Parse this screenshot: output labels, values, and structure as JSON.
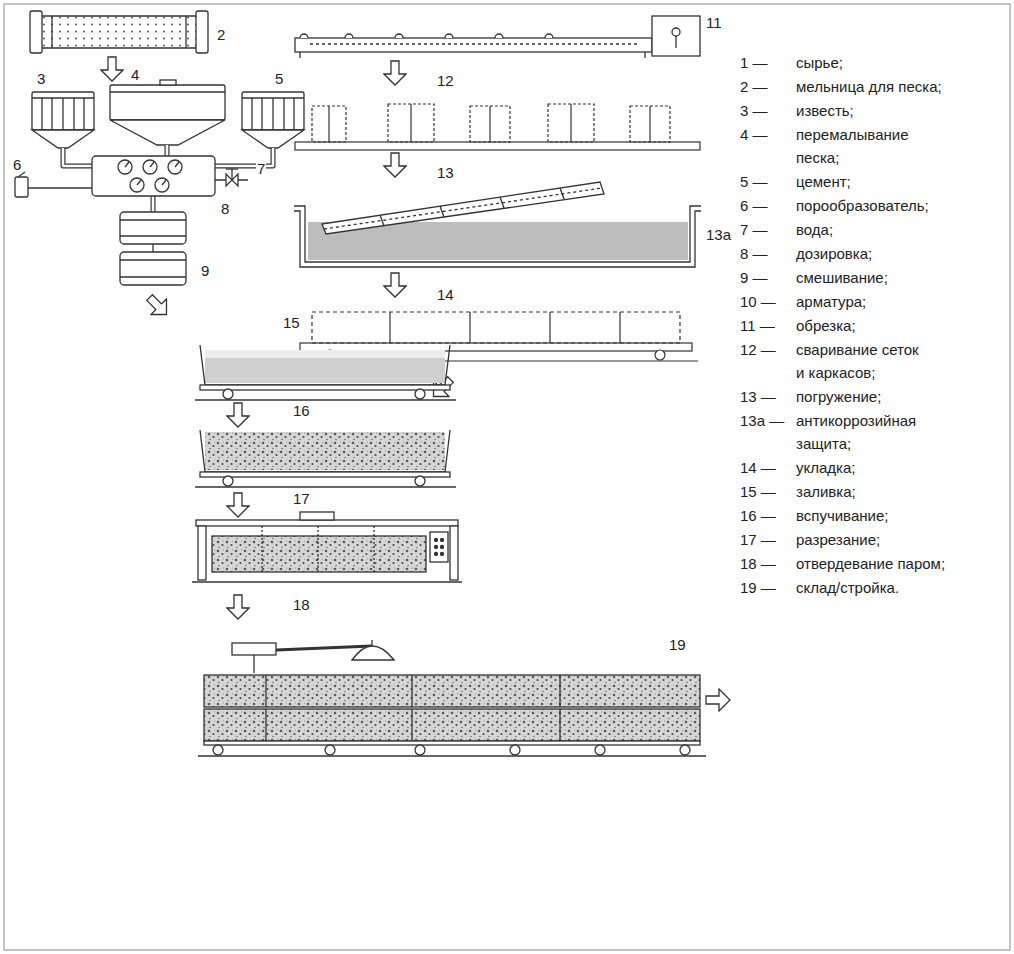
{
  "diagram": {
    "labels": [
      "2",
      "3",
      "4",
      "5",
      "6",
      "7",
      "8",
      "9",
      "11",
      "12",
      "13",
      "13а",
      "14",
      "15",
      "16",
      "17",
      "18",
      "19",
      "1 —",
      "сырье;",
      "2 —",
      "мельница для песка;",
      "3 —",
      "известь;",
      "4 —",
      "перемалывание песка;",
      "5 —",
      "цемент;",
      "6 —",
      "порообразователь;",
      "7 —",
      "вода;",
      "8 —",
      "дозировка;",
      "9 —",
      "смешивание;",
      "10 —",
      "арматура;",
      "11 —",
      "обрезка;",
      "12 —",
      "сваривание сеток и каркасов;",
      "13 —",
      "погружение;",
      "13а —",
      "антикоррозийная защита;",
      "14 —",
      "укладка;",
      "15 —",
      "заливка;",
      "16 —",
      "вспучивание;",
      "17 —",
      "разрезание;",
      "18 —",
      "отвердевание паром;",
      "19 —",
      "склад/стройка."
    ]
  }
}
